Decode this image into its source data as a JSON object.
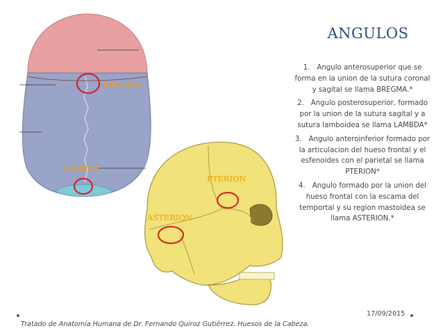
{
  "title": "ANGULOS",
  "items": [
    {
      "num": "1.",
      "text": "Angulo anterosuperior que se forma en la union de la sutura coronal y sagital se llama BREGMA.*"
    },
    {
      "num": "2.",
      "text": "Angulo posterosuperior, formado por la union de la sutura sagital y a sutura lamboidea se llama LAMBDA*"
    },
    {
      "num": "3.",
      "text": "Angulo anteroinferior formado por la articulacion del hueso frontal y el esfenoides con el parietal se llama PTERION*"
    },
    {
      "num": "4.",
      "text": "Angulo formado por la union del hueso frontal con la escama del temportal y su region mastoidea se llama ASTERION.*"
    }
  ],
  "labels": {
    "bregma": "BREGMA",
    "lambda": "LAMBDA",
    "pterion": "PTERION",
    "asterion": "ASTERION"
  },
  "footer": "Tratado de Anatomía Humana de Dr. Fernando Quiroz Gutiérrez. Huesos de la Cabeza.",
  "date": "17/09/2015",
  "colors": {
    "title": "#2c4a7a",
    "label": "#f0a000",
    "circle": "#d41c1c",
    "frontal": "#e8a0a0",
    "parietal": "#9aa3c8",
    "occipital": "#7fc9d8",
    "bone": "#f1e27a"
  }
}
